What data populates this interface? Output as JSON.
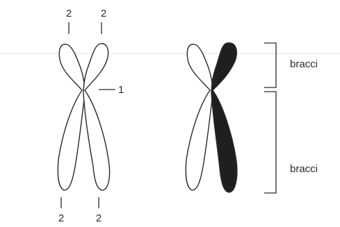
{
  "figure": {
    "callouts": {
      "top_left": "2",
      "top_right": "2",
      "bottom_left": "2",
      "bottom_right": "2",
      "centromere": "1"
    },
    "brackets": {
      "upper_label": "bracci",
      "lower_label": "bracci"
    },
    "colors": {
      "ink": "#2a2a2a",
      "chromatid_fill": "#ffffff",
      "dark_chromatid_fill": "#1f1f1f",
      "faint_line": "#d8d8d8"
    }
  }
}
